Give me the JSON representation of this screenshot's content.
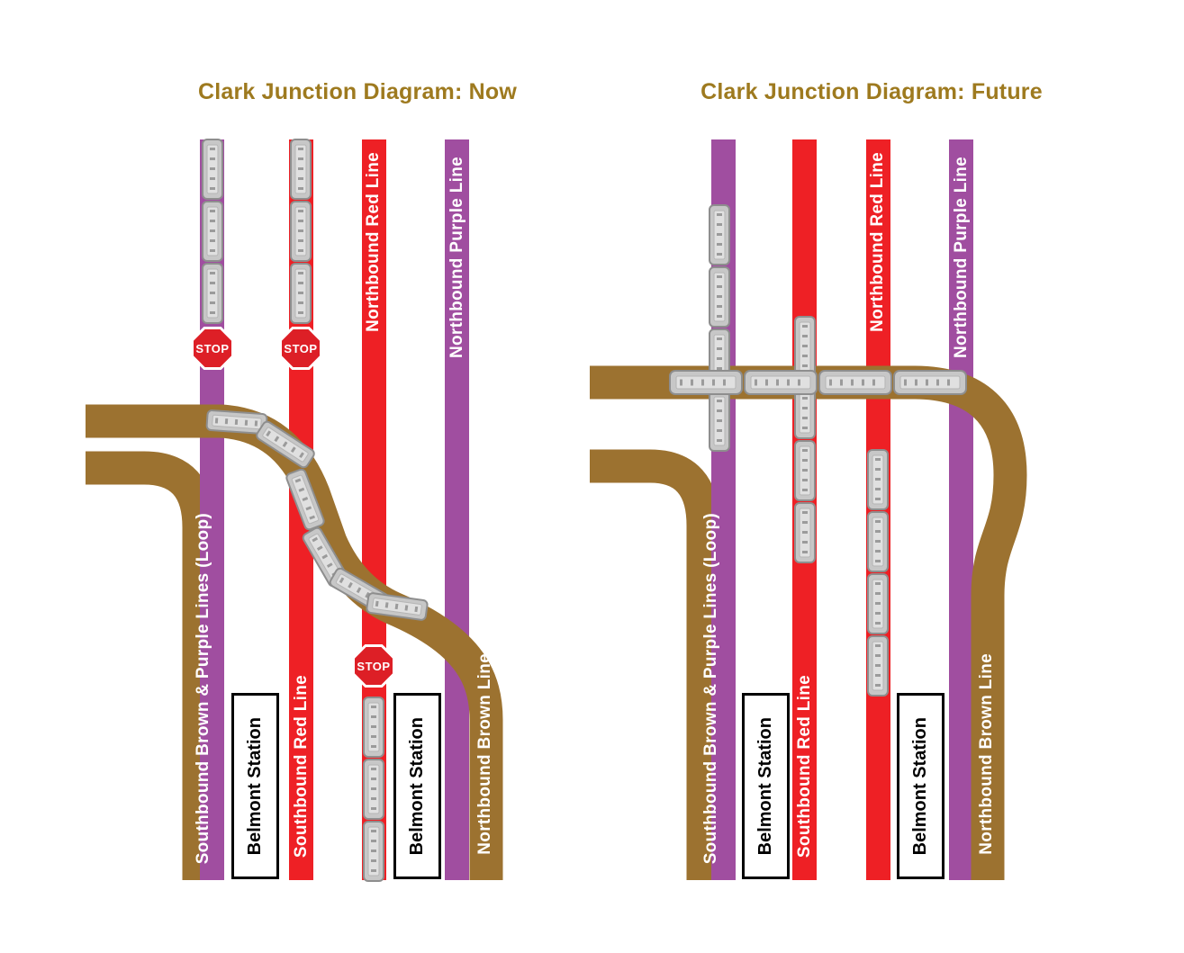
{
  "stop_label": "STOP",
  "colors": {
    "purple_line": "#a04ea0",
    "red_line": "#ee2025",
    "brown_line": "#9c7230",
    "title_text": "#9e7a1f",
    "stop_sign_red": "#dd1f26",
    "train_gray": "#c7c7c7",
    "train_outline": "#8e8e8e"
  },
  "now": {
    "title": "Clark Junction Diagram: Now",
    "labels": {
      "sb_brown_purple": "Southbound Brown & Purple Lines (Loop)",
      "sb_red": "Southbound Red Line",
      "nb_red": "Northbound Red Line",
      "nb_purple": "Northbound Purple Line",
      "nb_brown": "Northbound Brown Line"
    },
    "station_left": "Belmont Station",
    "station_right": "Belmont Station"
  },
  "future": {
    "title": "Clark Junction Diagram: Future",
    "labels": {
      "sb_brown_purple": "Southbound Brown & Purple Lines (Loop)",
      "sb_red": "Southbound Red Line",
      "nb_red": "Northbound Red Line",
      "nb_purple": "Northbound Purple Line",
      "nb_brown": "Northbound Brown Line"
    },
    "station_left": "Belmont Station",
    "station_right": "Belmont Station"
  }
}
